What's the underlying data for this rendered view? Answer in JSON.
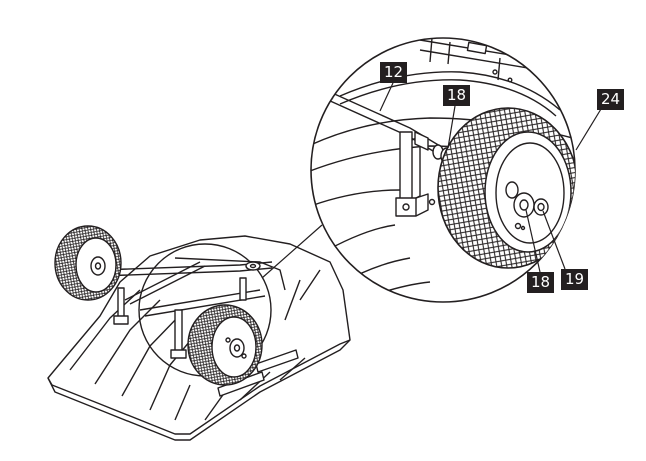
{
  "figure": {
    "callouts": [
      {
        "id": "c12",
        "label": "12"
      },
      {
        "id": "c18a",
        "label": "18"
      },
      {
        "id": "c24",
        "label": "24"
      },
      {
        "id": "c18b",
        "label": "18"
      },
      {
        "id": "c19",
        "label": "19"
      }
    ]
  },
  "colors": {
    "line": "#231f20",
    "callout_bg": "#231f20",
    "callout_text": "#ffffff",
    "background": "#ffffff"
  }
}
